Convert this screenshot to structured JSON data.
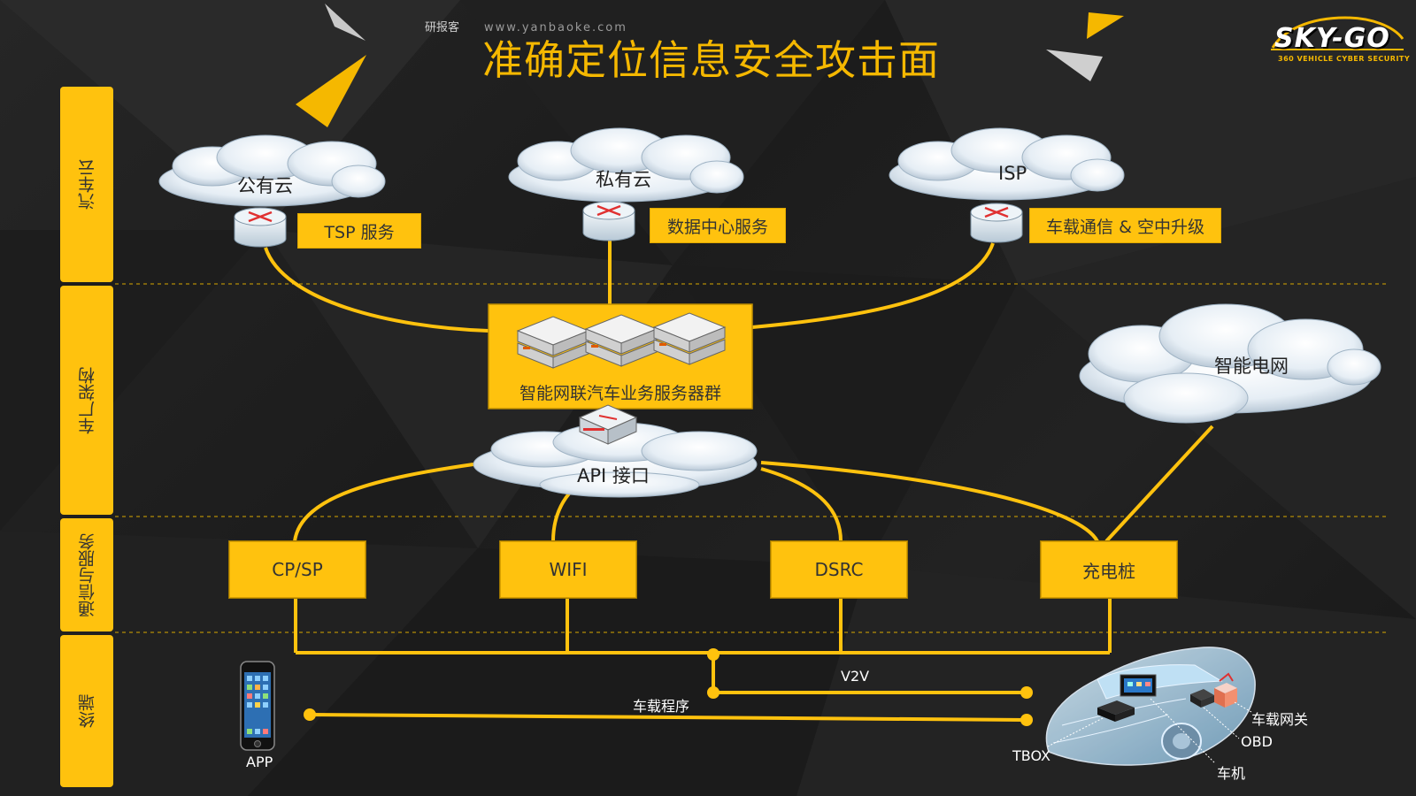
{
  "watermark": {
    "brand": "研报客",
    "url": "www.yanbaoke.com"
  },
  "title": "准确定位信息安全攻击面",
  "logo": {
    "name": "SKY-GO",
    "tagline": "360 VEHICLE CYBER SECURITY"
  },
  "layers": [
    "汽车云",
    "车厂架构",
    "通信与服务",
    "终端"
  ],
  "clouds": {
    "public": {
      "label": "公有云",
      "service": "TSP 服务"
    },
    "private": {
      "label": "私有云",
      "service": "数据中心服务"
    },
    "isp": {
      "label": "ISP",
      "service": "车载通信 & 空中升级"
    },
    "grid": {
      "label": "智能电网"
    },
    "api": {
      "label": "API 接口"
    }
  },
  "server_cluster": "智能网联汽车业务服务器群",
  "channels": [
    "CP/SP",
    "WIFI",
    "DSRC",
    "充电桩"
  ],
  "links": {
    "v2v": "V2V",
    "app_link": "车载程序"
  },
  "terminal": {
    "app": "APP",
    "car_parts": [
      "车载网关",
      "OBD",
      "车机",
      "TBOX"
    ]
  },
  "colors": {
    "accent": "#ffc20e",
    "title": "#f5b800",
    "background": "#1e1e1e"
  }
}
